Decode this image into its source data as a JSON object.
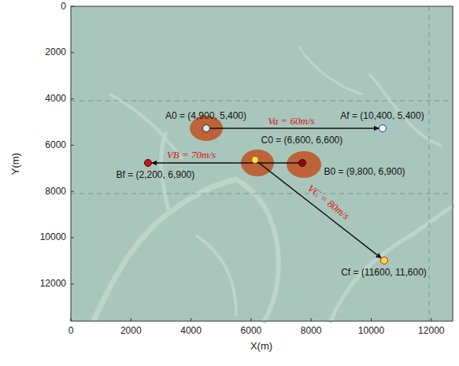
{
  "diagram": {
    "nodes": [
      {
        "text": [
          "A0 = (4,900, 5,400)"
        ]
      },
      {
        "text": [
          "Af = (10,400, 5,400)"
        ]
      },
      {
        "text": [
          "C0 = (6,600, 6,600)"
        ]
      },
      {
        "text": [
          "Bf = (2,200, 6,900)"
        ]
      },
      {
        "text": [
          "B0 = (9,800, 6,900)"
        ]
      },
      {
        "text": [
          "Cf = (11600, 11,600)"
        ]
      }
    ],
    "edges": [
      {
        "from": 0,
        "to": 1,
        "arrow": "to",
        "label": "Va = 60m/s"
      },
      {
        "from": 4,
        "to": 3,
        "arrow": "to",
        "label": "VB = 70m/s"
      },
      {
        "from": 2,
        "to": 5,
        "arrow": "to",
        "label": "VC = 80m/s"
      }
    ],
    "labels": [
      "0",
      "2000",
      "4000",
      "6000",
      "8000",
      "10000",
      "12000",
      "0",
      "2000",
      "4000",
      "6000",
      "8000",
      "10000",
      "12000",
      "Y(m)",
      "X(m)"
    ]
  }
}
